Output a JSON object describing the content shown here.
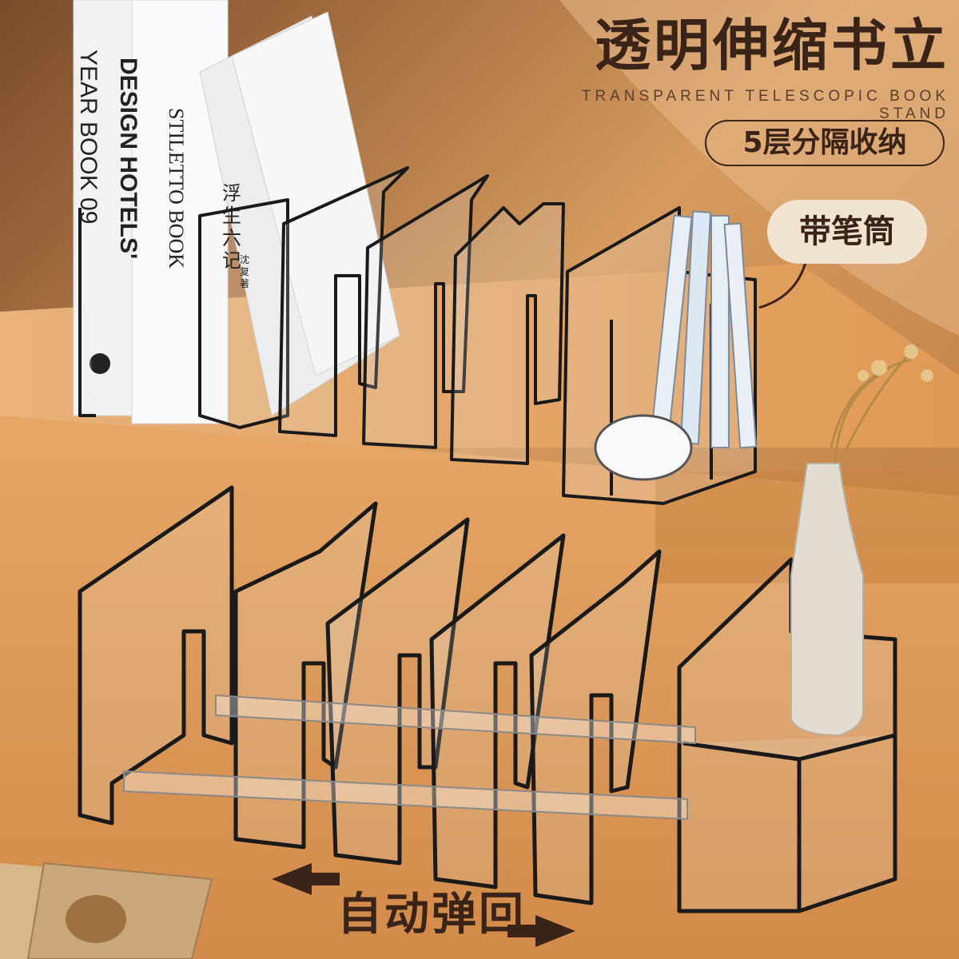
{
  "title": "透明伸缩书立",
  "subtitle": "TRANSPARENT TELESCOPIC BOOK STAND",
  "feature_badge": "5层分隔收纳",
  "pen_holder_label": "带笔筒",
  "rebound_label": "自动弹回",
  "books": {
    "book1_line1": "DESIGN HOTELS'",
    "book1_line2": "YEAR BOOK 09",
    "book2_title": "STILETTO BOOK",
    "book3_title": "浮生六记",
    "book3_author": "沈复 著"
  },
  "colors": {
    "background": "#c98a4a",
    "title_text": "#3a2418",
    "platform": "#e3a25c",
    "acrylic_edge": "#1a1a1a"
  }
}
